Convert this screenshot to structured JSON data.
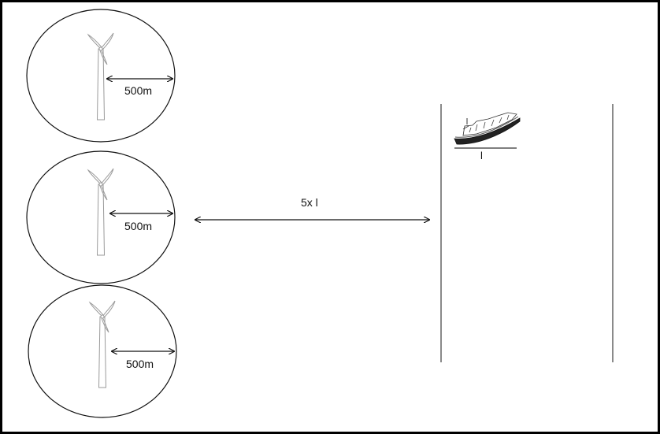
{
  "turbines": [
    {
      "radius_label": "500m"
    },
    {
      "radius_label": "500m"
    },
    {
      "radius_label": "500m"
    }
  ],
  "separation_label": "5x l",
  "ship_length_label": "l",
  "colors": {
    "line": "#111111",
    "lane": "#8a8a8a",
    "turbine": "#9a9a9a",
    "border": "#000000",
    "background": "#ffffff"
  },
  "icons": [
    "wind-turbine-icon",
    "ship-icon"
  ]
}
